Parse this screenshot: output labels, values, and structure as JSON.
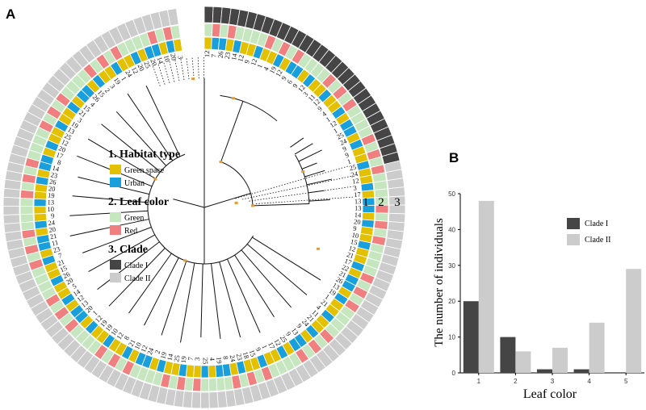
{
  "panel_a": {
    "letter": "A",
    "legend": {
      "groups": [
        {
          "title": "1. Habitat type",
          "items": [
            {
              "label": "Green space",
              "color": "#e3c000"
            },
            {
              "label": "Urban",
              "color": "#1a9fdd"
            }
          ]
        },
        {
          "title": "2. Leaf color",
          "items": [
            {
              "label": "Green",
              "color": "#c6e6c0"
            },
            {
              "label": "Red",
              "color": "#f08080"
            }
          ]
        },
        {
          "title": "3. Clade",
          "items": [
            {
              "label": "Clade I",
              "color": "#454545"
            },
            {
              "label": "Clade II",
              "color": "#cccccc"
            }
          ]
        }
      ]
    },
    "ring_numbers": [
      "1",
      "2",
      "3"
    ],
    "tip_labels": [
      "12",
      "7",
      "26",
      "23",
      "14",
      "12",
      "9",
      "12",
      "1",
      "4",
      "19",
      "12",
      "9",
      "6",
      "9",
      "12",
      "3",
      "11",
      "12",
      "9",
      "4",
      "1",
      "12",
      "1",
      "25",
      "24",
      "9",
      "9",
      "1",
      "25",
      "24",
      "12",
      "3",
      "17",
      "13",
      "13",
      "14",
      "20",
      "9",
      "10",
      "15",
      "12",
      "21",
      "17",
      "22",
      "21",
      "26",
      "13",
      "19",
      "1",
      "21",
      "4",
      "11",
      "21",
      "24",
      "9",
      "13",
      "9",
      "25",
      "12",
      "17",
      "1",
      "9",
      "15",
      "18",
      "23",
      "24",
      "8",
      "19",
      "4",
      "25",
      "3",
      "7",
      "19",
      "25",
      "14",
      "19",
      "2",
      "24",
      "12",
      "10",
      "21",
      "8",
      "12",
      "10",
      "19",
      "19",
      "12",
      "1",
      "20",
      "13",
      "12",
      "14",
      "5",
      "20",
      "26",
      "15",
      "21",
      "7",
      "23",
      "11",
      "21",
      "20",
      "24",
      "9",
      "10",
      "13",
      "19",
      "20",
      "26",
      "23",
      "14",
      "8",
      "17",
      "20",
      "12",
      "25",
      "13",
      "19",
      "3",
      "21",
      "15",
      "4",
      "26",
      "15",
      "2",
      "3",
      "19",
      "1",
      "24",
      "12",
      "20",
      "25",
      "20",
      "14",
      "10",
      "20",
      "3"
    ]
  },
  "chart_data": {
    "letter": "B",
    "type": "bar",
    "xlabel": "Leaf color",
    "ylabel": "The number of individuals",
    "categories": [
      "1",
      "2",
      "3",
      "4",
      "5"
    ],
    "series": [
      {
        "name": "Clade I",
        "color": "#454545",
        "values": [
          20,
          10,
          1,
          1,
          0
        ]
      },
      {
        "name": "Clade II",
        "color": "#cccccc",
        "values": [
          48,
          6,
          7,
          14,
          29
        ]
      }
    ],
    "ylim": [
      0,
      50
    ],
    "yticks": [
      "0",
      "10",
      "20",
      "30",
      "40",
      "50"
    ],
    "legend_position": "top-right",
    "grid": false
  }
}
